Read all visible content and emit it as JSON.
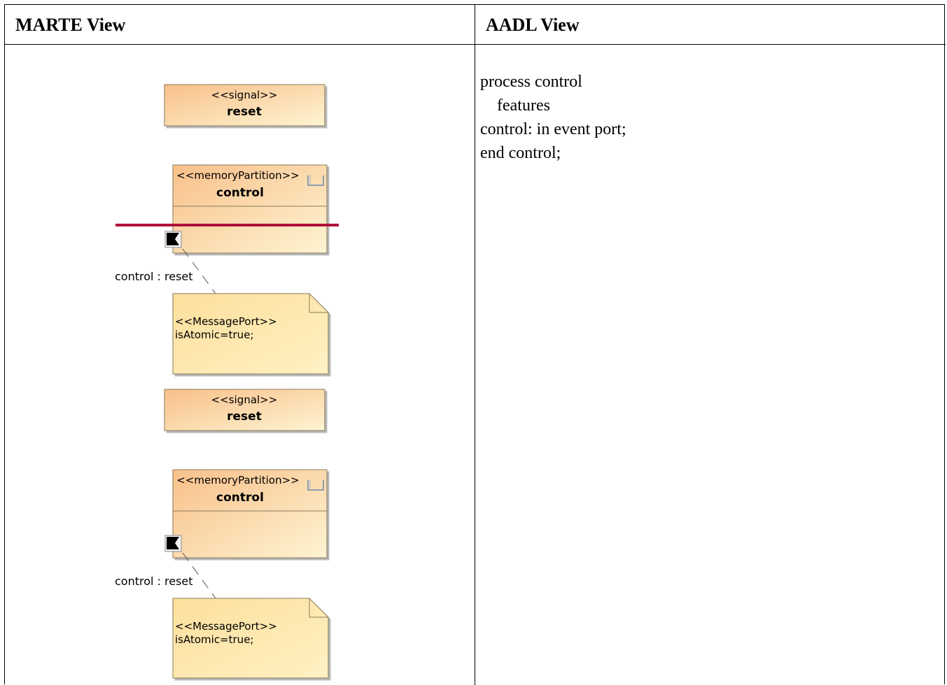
{
  "headers": {
    "marte": "MARTE View",
    "aadl": "AADL View"
  },
  "aadl_code": [
    "process control",
    "    features",
    "control: in event port;",
    "end control;"
  ],
  "diagram_top": {
    "signal_stereotype": "<<signal>>",
    "signal_name": "reset",
    "partition_stereotype": "<<memoryPartition>>",
    "partition_name": "control",
    "port_label": "control : reset",
    "note_stereotype": "<<MessagePort>>",
    "note_text": "isAtomic=true;"
  },
  "diagram_bottom": {
    "signal_stereotype": "<<signal>>",
    "signal_name": "reset",
    "partition_stereotype": "<<memoryPartition>>",
    "partition_name": "control",
    "port_label": "control : reset",
    "note_stereotype": "<<MessagePort>>",
    "note_text": "isAtomic=true;"
  },
  "colors": {
    "divider_line": "#b0103a",
    "class_fill_start": "#f9c58f",
    "class_fill_end": "#fdf2cf",
    "note_fill": "#fde9ae"
  }
}
